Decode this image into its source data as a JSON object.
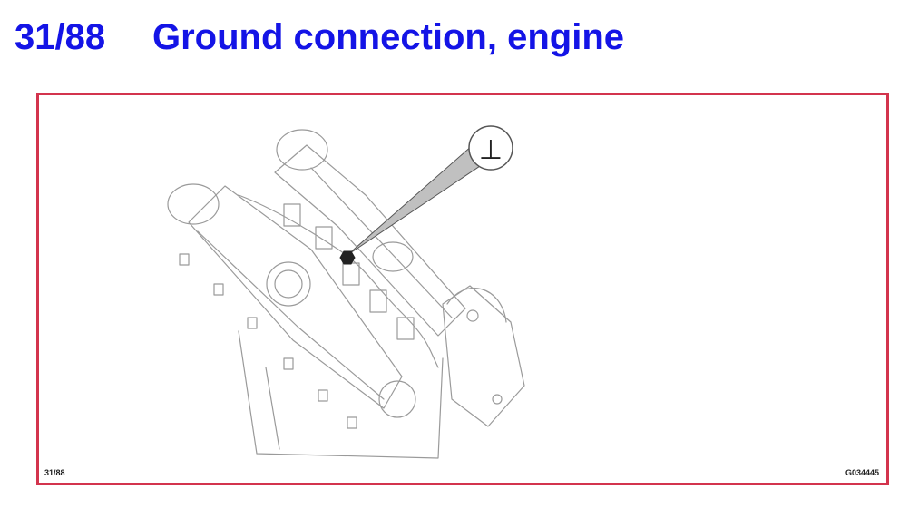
{
  "header": {
    "page_number": "31/88",
    "title": "Ground connection, engine"
  },
  "figure": {
    "callout_symbol": "⊥",
    "caption_left": "31/88",
    "caption_right": "G034445",
    "frame_color": "#d3344d",
    "title_color": "#1414e6"
  }
}
